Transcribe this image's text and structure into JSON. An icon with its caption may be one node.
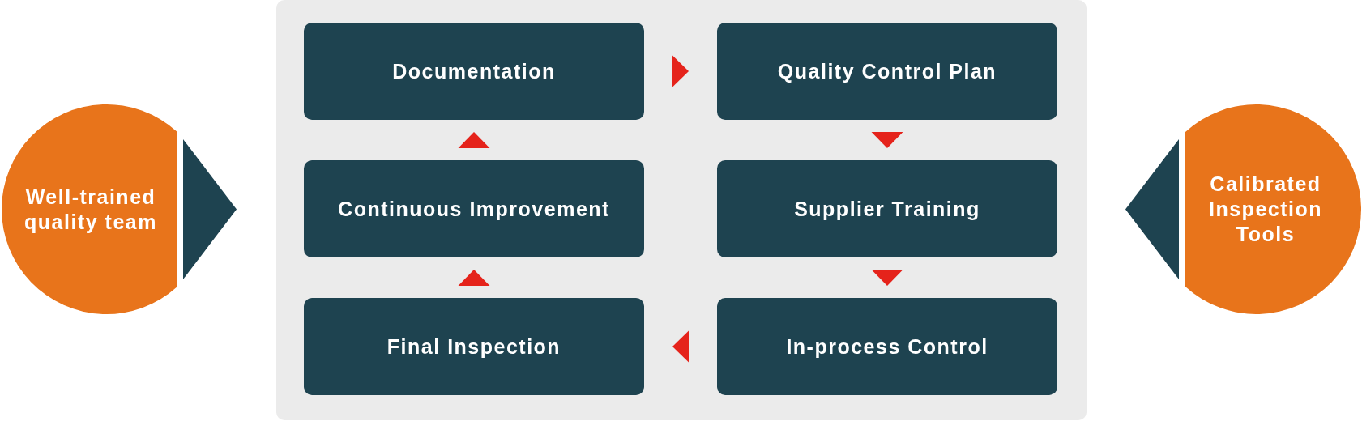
{
  "diagram": {
    "nodes": [
      {
        "text": [
          "Well-trained quality team"
        ]
      },
      {
        "text": [],
        "shape": "box"
      },
      {
        "text": [
          "Documentation"
        ],
        "in": 1
      },
      {
        "text": [
          "Quality Control Plan"
        ],
        "in": 1
      },
      {
        "text": [
          "Continuous Improvement"
        ],
        "in": 1
      },
      {
        "text": [
          "Supplier Training"
        ],
        "in": 1
      },
      {
        "text": [
          "Final Inspection"
        ],
        "in": 1
      },
      {
        "text": [
          "In-process Control"
        ],
        "in": 1
      },
      {
        "text": [
          "Calibrated Inspection Tools"
        ]
      }
    ],
    "edges": [
      {
        "from": 0,
        "to": 1,
        "arrow": "to",
        "color": "#1e4350"
      },
      {
        "from": 2,
        "to": 3,
        "arrow": "to"
      },
      {
        "from": 3,
        "to": 5,
        "arrow": "to"
      },
      {
        "from": 5,
        "to": 7,
        "arrow": "to"
      },
      {
        "from": 7,
        "to": 6,
        "arrow": "to"
      },
      {
        "from": 6,
        "to": 4,
        "arrow": "to"
      },
      {
        "from": 4,
        "to": 2,
        "arrow": "to"
      },
      {
        "from": 8,
        "to": 1,
        "arrow": "to",
        "color": "#1e4350"
      }
    ]
  }
}
